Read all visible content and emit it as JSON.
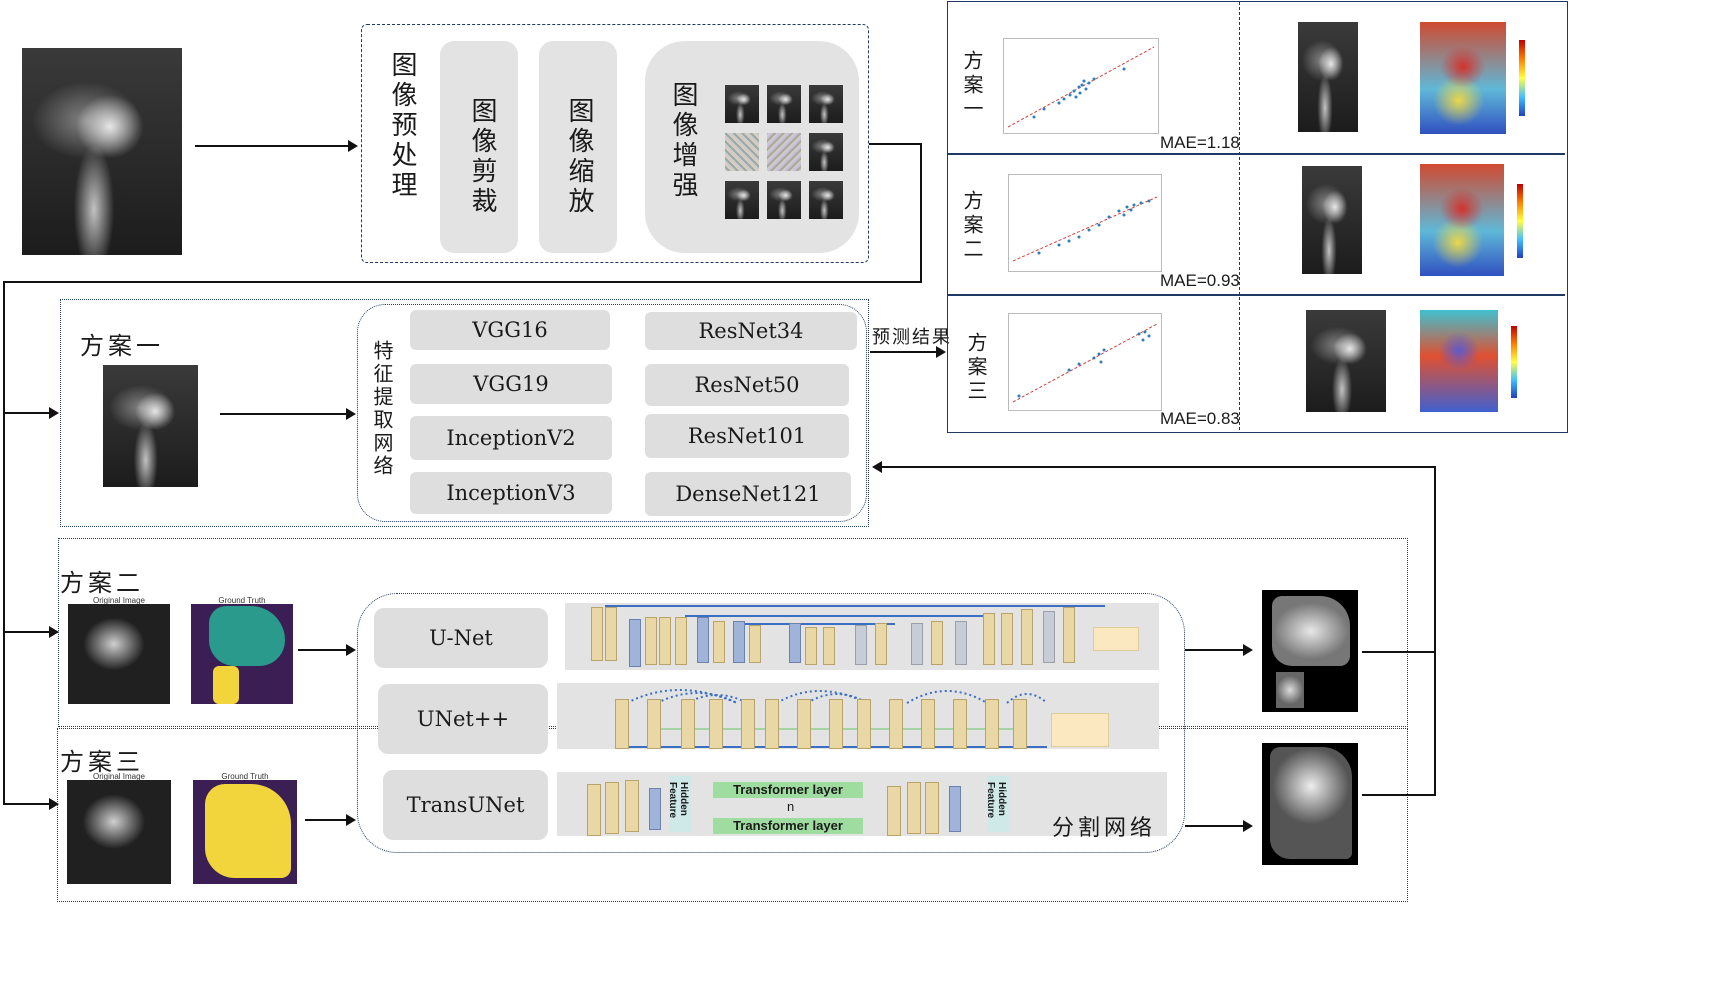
{
  "preprocess": {
    "title": "图像预处理",
    "crop": "图像剪裁",
    "scale": "图像缩放",
    "augment": "图像增强"
  },
  "scheme1": {
    "title": "方案一",
    "feature_label": "特征提取网络",
    "networks_left": [
      "VGG16",
      "VGG19",
      "InceptionV2",
      "InceptionV3"
    ],
    "networks_right": [
      "ResNet34",
      "ResNet50",
      "ResNet101",
      "DenseNet121"
    ]
  },
  "predict_label": "预测结果",
  "results": [
    {
      "title": "方案一",
      "mae": "MAE=1.18"
    },
    {
      "title": "方案二",
      "mae": "MAE=0.93"
    },
    {
      "title": "方案三",
      "mae": "MAE=0.83"
    }
  ],
  "scheme2": {
    "title": "方案二",
    "img1_caption": "Original Image",
    "img2_caption": "Ground Truth"
  },
  "scheme3": {
    "title": "方案三",
    "img1_caption": "Original Image",
    "img2_caption": "Ground Truth"
  },
  "segmentation": {
    "label": "分割网络",
    "networks": [
      "U-Net",
      "UNet++",
      "TransUNet"
    ],
    "transformer_layer": "Transformer layer",
    "n": "n",
    "hidden_feature": "Hidden Feature"
  },
  "colors": {
    "box_border": "#1f3864",
    "pill": "#e3e3e3",
    "teal_mask": "#2a9a8c",
    "yellow_mask": "#f2d53c",
    "purple_bg": "#3b1f54"
  }
}
